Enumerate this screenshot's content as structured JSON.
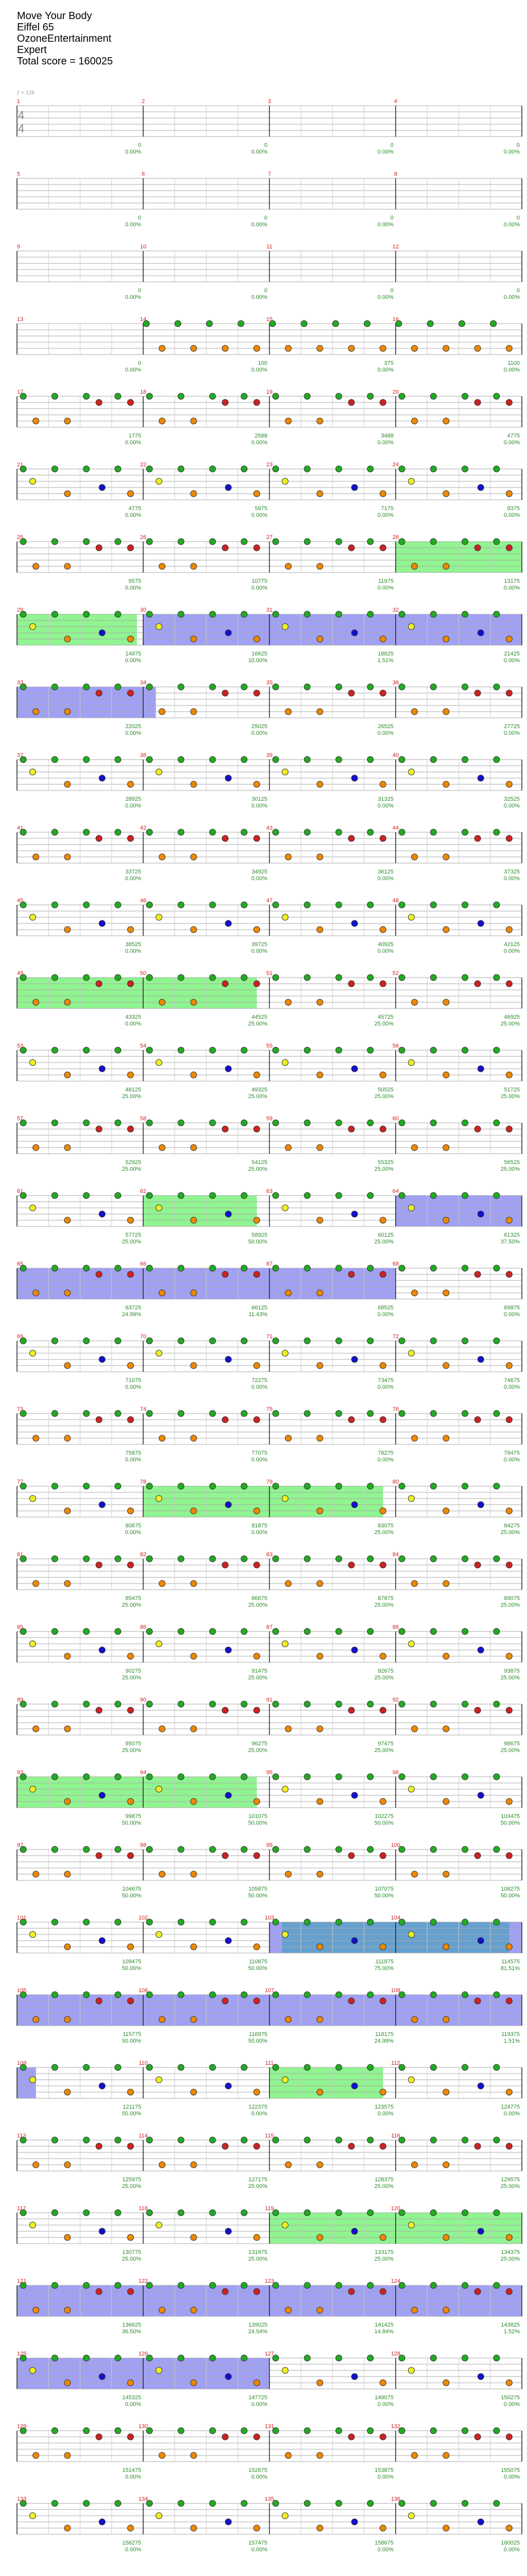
{
  "song": {
    "title": "Move Your Body",
    "artist": "Eiffel 65",
    "charter": "OzoneEntertainment",
    "difficulty": "Expert",
    "total_score_label": "Total score = 160025"
  },
  "tempo_marker": "ƒ = 128",
  "time_signature": [
    "4",
    "4"
  ],
  "colors": {
    "green": "#22aa22",
    "red": "#cc2222",
    "yellow": "#eeee22",
    "blue": "#1111cc",
    "orange": "#ee8800",
    "star_power": "#7cf27c",
    "solo": "#8f8ff2",
    "star_solo": "#5aa0c8"
  },
  "rows": [
    {
      "m": [
        1,
        2,
        3,
        4
      ],
      "s": [
        "0",
        "0",
        "0",
        "0"
      ],
      "p": [
        "0.00%",
        "0.00%",
        "0.00%",
        "0.00%"
      ]
    },
    {
      "m": [
        5,
        6,
        7,
        8
      ],
      "s": [
        "0",
        "0",
        "0",
        "0"
      ],
      "p": [
        "0.00%",
        "0.00%",
        "0.00%",
        "0.00%"
      ]
    },
    {
      "m": [
        9,
        10,
        11,
        12
      ],
      "s": [
        "0",
        "0",
        "0",
        "0"
      ],
      "p": [
        "0.00%",
        "0.00%",
        "0.00%",
        "0.00%"
      ]
    },
    {
      "m": [
        13,
        14,
        15,
        16
      ],
      "s": [
        "0",
        "100",
        "375",
        "1100"
      ],
      "p": [
        "0.00%",
        "0.00%",
        "0.00%",
        "0.00%"
      ]
    },
    {
      "m": [
        17,
        18,
        19,
        20
      ],
      "s": [
        "1775",
        "2588",
        "3488",
        "4775"
      ],
      "p": [
        "0.00%",
        "0.00%",
        "0.00%",
        "0.00%"
      ]
    },
    {
      "m": [
        21,
        22,
        23,
        24
      ],
      "s": [
        "4775",
        "5975",
        "7175",
        "8375"
      ],
      "p": [
        "0.00%",
        "0.00%",
        "0.00%",
        "0.00%"
      ]
    },
    {
      "m": [
        25,
        26,
        27,
        28
      ],
      "s": [
        "9575",
        "10775",
        "11975",
        "13175"
      ],
      "p": [
        "0.00%",
        "0.00%",
        "0.00%",
        "0.00%"
      ]
    },
    {
      "m": [
        29,
        30,
        31,
        32
      ],
      "s": [
        "14975",
        "16625",
        "18825",
        "21425"
      ],
      "p": [
        "0.00%",
        "10.00%",
        "1.51%",
        "0.00%"
      ]
    },
    {
      "m": [
        33,
        34,
        35,
        36
      ],
      "s": [
        "22025",
        "25025",
        "26525",
        "27725"
      ],
      "p": [
        "0.00%",
        "0.00%",
        "0.00%",
        "0.00%"
      ]
    },
    {
      "m": [
        37,
        38,
        39,
        40
      ],
      "s": [
        "28925",
        "30125",
        "31325",
        "32525"
      ],
      "p": [
        "0.00%",
        "0.00%",
        "0.00%",
        "0.00%"
      ]
    },
    {
      "m": [
        41,
        42,
        43,
        44
      ],
      "s": [
        "33725",
        "34925",
        "36125",
        "37325"
      ],
      "p": [
        "0.00%",
        "0.00%",
        "0.00%",
        "0.00%"
      ]
    },
    {
      "m": [
        45,
        46,
        47,
        48
      ],
      "s": [
        "38525",
        "39725",
        "40925",
        "42125"
      ],
      "p": [
        "0.00%",
        "0.00%",
        "0.00%",
        "0.00%"
      ]
    },
    {
      "m": [
        49,
        50,
        51,
        52
      ],
      "s": [
        "43325",
        "44525",
        "45725",
        "46925"
      ],
      "p": [
        "0.00%",
        "25.00%",
        "25.00%",
        "25.00%"
      ]
    },
    {
      "m": [
        53,
        54,
        55,
        56
      ],
      "s": [
        "48125",
        "49325",
        "50525",
        "51725"
      ],
      "p": [
        "25.00%",
        "25.00%",
        "25.00%",
        "25.00%"
      ]
    },
    {
      "m": [
        57,
        58,
        59,
        60
      ],
      "s": [
        "52925",
        "54125",
        "55325",
        "56525"
      ],
      "p": [
        "25.00%",
        "25.00%",
        "25.00%",
        "25.00%"
      ]
    },
    {
      "m": [
        61,
        62,
        63,
        64
      ],
      "s": [
        "57725",
        "58925",
        "60125",
        "61325"
      ],
      "p": [
        "25.00%",
        "50.00%",
        "25.00%",
        "37.50%"
      ]
    },
    {
      "m": [
        65,
        66,
        67,
        68
      ],
      "s": [
        "63725",
        "66125",
        "68525",
        "69875"
      ],
      "p": [
        "24.99%",
        "11.43%",
        "0.00%",
        "0.00%"
      ]
    },
    {
      "m": [
        69,
        70,
        71,
        72
      ],
      "s": [
        "71075",
        "72275",
        "73475",
        "74675"
      ],
      "p": [
        "0.00%",
        "0.00%",
        "0.00%",
        "0.00%"
      ]
    },
    {
      "m": [
        73,
        74,
        75,
        76
      ],
      "s": [
        "75875",
        "77075",
        "78275",
        "79475"
      ],
      "p": [
        "0.00%",
        "0.00%",
        "0.00%",
        "0.00%"
      ]
    },
    {
      "m": [
        77,
        78,
        79,
        80
      ],
      "s": [
        "80675",
        "81875",
        "83075",
        "84275"
      ],
      "p": [
        "0.00%",
        "0.00%",
        "25.00%",
        "25.00%"
      ]
    },
    {
      "m": [
        81,
        82,
        83,
        84
      ],
      "s": [
        "85475",
        "86675",
        "87875",
        "89075"
      ],
      "p": [
        "25.00%",
        "25.00%",
        "25.00%",
        "25.00%"
      ]
    },
    {
      "m": [
        85,
        86,
        87,
        88
      ],
      "s": [
        "90275",
        "91475",
        "92675",
        "93875"
      ],
      "p": [
        "25.00%",
        "25.00%",
        "25.00%",
        "25.00%"
      ]
    },
    {
      "m": [
        89,
        90,
        91,
        92
      ],
      "s": [
        "95075",
        "96275",
        "97475",
        "98675"
      ],
      "p": [
        "25.00%",
        "25.00%",
        "25.00%",
        "25.00%"
      ]
    },
    {
      "m": [
        93,
        94,
        95,
        96
      ],
      "s": [
        "99875",
        "101075",
        "102275",
        "103475"
      ],
      "p": [
        "50.00%",
        "50.00%",
        "50.00%",
        "50.00%"
      ]
    },
    {
      "m": [
        97,
        98,
        99,
        100
      ],
      "s": [
        "104675",
        "105875",
        "107075",
        "108275"
      ],
      "p": [
        "50.00%",
        "50.00%",
        "50.00%",
        "50.00%"
      ]
    },
    {
      "m": [
        101,
        102,
        103,
        104
      ],
      "s": [
        "109475",
        "110675",
        "111875",
        "114575"
      ],
      "p": [
        "50.00%",
        "50.00%",
        "75.00%",
        "81.51%"
      ]
    },
    {
      "m": [
        105,
        106,
        107,
        108
      ],
      "s": [
        "115775",
        "116975",
        "118175",
        "119375"
      ],
      "p": [
        "50.00%",
        "50.00%",
        "24.99%",
        "1.51%"
      ]
    },
    {
      "m": [
        109,
        110,
        111,
        112
      ],
      "s": [
        "121175",
        "122375",
        "123575",
        "124775"
      ],
      "p": [
        "50.00%",
        "0.00%",
        "0.00%",
        "0.00%"
      ]
    },
    {
      "m": [
        113,
        114,
        115,
        116
      ],
      "s": [
        "125975",
        "127175",
        "128375",
        "129575"
      ],
      "p": [
        "25.00%",
        "25.00%",
        "25.00%",
        "25.00%"
      ]
    },
    {
      "m": [
        117,
        118,
        119,
        120
      ],
      "s": [
        "130775",
        "131975",
        "133175",
        "134375"
      ],
      "p": [
        "25.00%",
        "25.00%",
        "25.00%",
        "25.00%"
      ]
    },
    {
      "m": [
        121,
        122,
        123,
        124
      ],
      "s": [
        "136625",
        "139025",
        "141425",
        "143825"
      ],
      "p": [
        "36.50%",
        "24.54%",
        "14.84%",
        "1.52%"
      ]
    },
    {
      "m": [
        125,
        126,
        127,
        128
      ],
      "s": [
        "145325",
        "147725",
        "149075",
        "150275"
      ],
      "p": [
        "0.00%",
        "0.00%",
        "0.00%",
        "0.00%"
      ]
    },
    {
      "m": [
        129,
        130,
        131,
        132
      ],
      "s": [
        "151475",
        "152675",
        "153875",
        "155075"
      ],
      "p": [
        "0.00%",
        "0.00%",
        "0.00%",
        "0.00%"
      ]
    },
    {
      "m": [
        133,
        134,
        135,
        136
      ],
      "s": [
        "156275",
        "157475",
        "158675",
        "160025"
      ],
      "p": [
        "0.00%",
        "0.00%",
        "0.00%",
        "0.00%"
      ]
    }
  ],
  "highlights": [
    {
      "row": 6,
      "from": 3,
      "to": 4,
      "kind": "star_power"
    },
    {
      "row": 7,
      "from": 0,
      "to": 0.95,
      "kind": "star_power"
    },
    {
      "row": 7,
      "from": 1,
      "to": 4,
      "kind": "solo"
    },
    {
      "row": 8,
      "from": 0,
      "to": 1.1,
      "kind": "solo"
    },
    {
      "row": 12,
      "from": 0,
      "to": 1.9,
      "kind": "star_power"
    },
    {
      "row": 15,
      "from": 1,
      "to": 1.9,
      "kind": "star_power"
    },
    {
      "row": 15,
      "from": 3,
      "to": 4,
      "kind": "solo"
    },
    {
      "row": 16,
      "from": 0,
      "to": 3,
      "kind": "solo"
    },
    {
      "row": 19,
      "from": 1,
      "to": 2.9,
      "kind": "star_power"
    },
    {
      "row": 23,
      "from": 0,
      "to": 1.9,
      "kind": "star_power"
    },
    {
      "row": 25,
      "from": 2,
      "to": 4,
      "kind": "solo"
    },
    {
      "row": 25,
      "from": 2.1,
      "to": 3.9,
      "kind": "star_solo"
    },
    {
      "row": 26,
      "from": 0,
      "to": 4,
      "kind": "solo"
    },
    {
      "row": 27,
      "from": 0,
      "to": 0.15,
      "kind": "solo"
    },
    {
      "row": 27,
      "from": 2,
      "to": 2.9,
      "kind": "star_power"
    },
    {
      "row": 29,
      "from": 2,
      "to": 4,
      "kind": "star_power"
    },
    {
      "row": 30,
      "from": 0,
      "to": 4,
      "kind": "solo"
    },
    {
      "row": 31,
      "from": 0,
      "to": 2,
      "kind": "solo"
    }
  ]
}
